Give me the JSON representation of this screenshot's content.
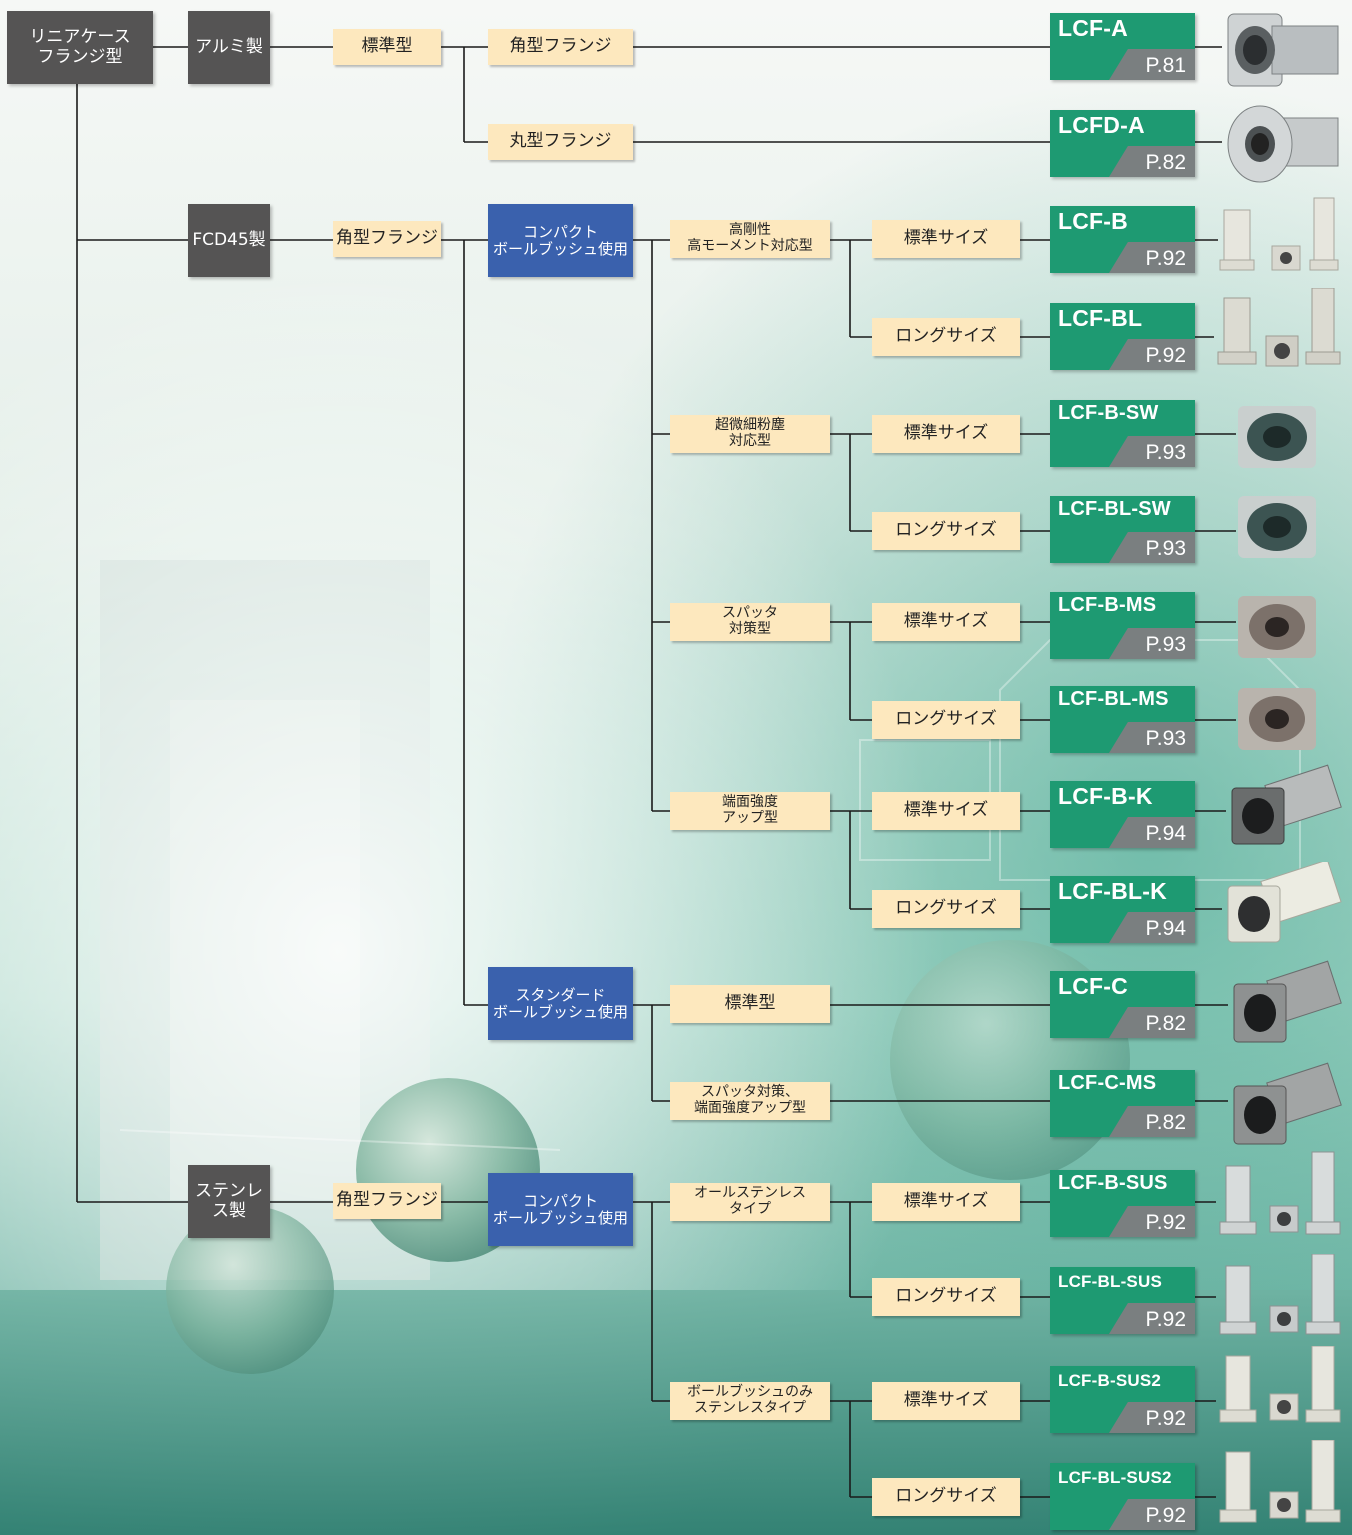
{
  "root": "リニアケース\nフランジ型",
  "materials": {
    "aluminum": "アルミ製",
    "fcd45": "FCD45製",
    "stainless": "ステンレス製"
  },
  "type_labels": {
    "standard_type": "標準型",
    "square_flange_alu": "角型フランジ",
    "round_flange": "丸型フランジ",
    "square_flange_fcd": "角型フランジ",
    "square_flange_sus": "角型フランジ"
  },
  "bushing_types": {
    "compact": "コンパクト\nボールブッシュ使用",
    "standard": "スタンダード\nボールブッシュ使用",
    "compact_sus": "コンパクト\nボールブッシュ使用"
  },
  "features": {
    "high_rigidity": "高剛性\n高モーメント対応型",
    "ultra_fine_dust": "超微細粉塵\n対応型",
    "spatter": "スパッタ\n対策型",
    "end_face": "端面強度\nアップ型",
    "standard": "標準型",
    "spatter_end_face": "スパッタ対策、\n端面強度アップ型",
    "all_stainless": "オールステンレス\nタイプ",
    "bushing_stainless": "ボールブッシュのみ\nステンレスタイプ"
  },
  "sizes": {
    "standard": "標準サイズ",
    "long": "ロングサイズ"
  },
  "products": [
    {
      "code": "LCF-A",
      "page": "P.81",
      "image": "square-flange-housing"
    },
    {
      "code": "LCFD-A",
      "page": "P.82",
      "image": "round-flange-housing"
    },
    {
      "code": "LCF-B",
      "page": "P.92",
      "image": "compact-housing-set"
    },
    {
      "code": "LCF-BL",
      "page": "P.92",
      "image": "compact-long-housing-set"
    },
    {
      "code": "LCF-B-SW",
      "page": "P.93",
      "image": "sealed-bushing-end"
    },
    {
      "code": "LCF-BL-SW",
      "page": "P.93",
      "image": "sealed-bushing-end"
    },
    {
      "code": "LCF-B-MS",
      "page": "P.93",
      "image": "spatter-bushing-end"
    },
    {
      "code": "LCF-BL-MS",
      "page": "P.93",
      "image": "spatter-bushing-end"
    },
    {
      "code": "LCF-B-K",
      "page": "P.94",
      "image": "dark-square-housing"
    },
    {
      "code": "LCF-BL-K",
      "page": "P.94",
      "image": "white-square-housing"
    },
    {
      "code": "LCF-C",
      "page": "P.82",
      "image": "dark-square-housing"
    },
    {
      "code": "LCF-C-MS",
      "page": "P.82",
      "image": "dark-square-housing"
    },
    {
      "code": "LCF-B-SUS",
      "page": "P.92",
      "image": "stainless-housing-set"
    },
    {
      "code": "LCF-BL-SUS",
      "page": "P.92",
      "image": "stainless-housing-set"
    },
    {
      "code": "LCF-B-SUS2",
      "page": "P.92",
      "image": "compact-housing-set"
    },
    {
      "code": "LCF-BL-SUS2",
      "page": "P.92",
      "image": "compact-housing-set"
    }
  ],
  "colors": {
    "material_box": "#555454",
    "label_box": "#fde8be",
    "bushing_box": "#3a61ad",
    "product_badge": "#1e9a72",
    "page_tab": "#7a7f80"
  }
}
